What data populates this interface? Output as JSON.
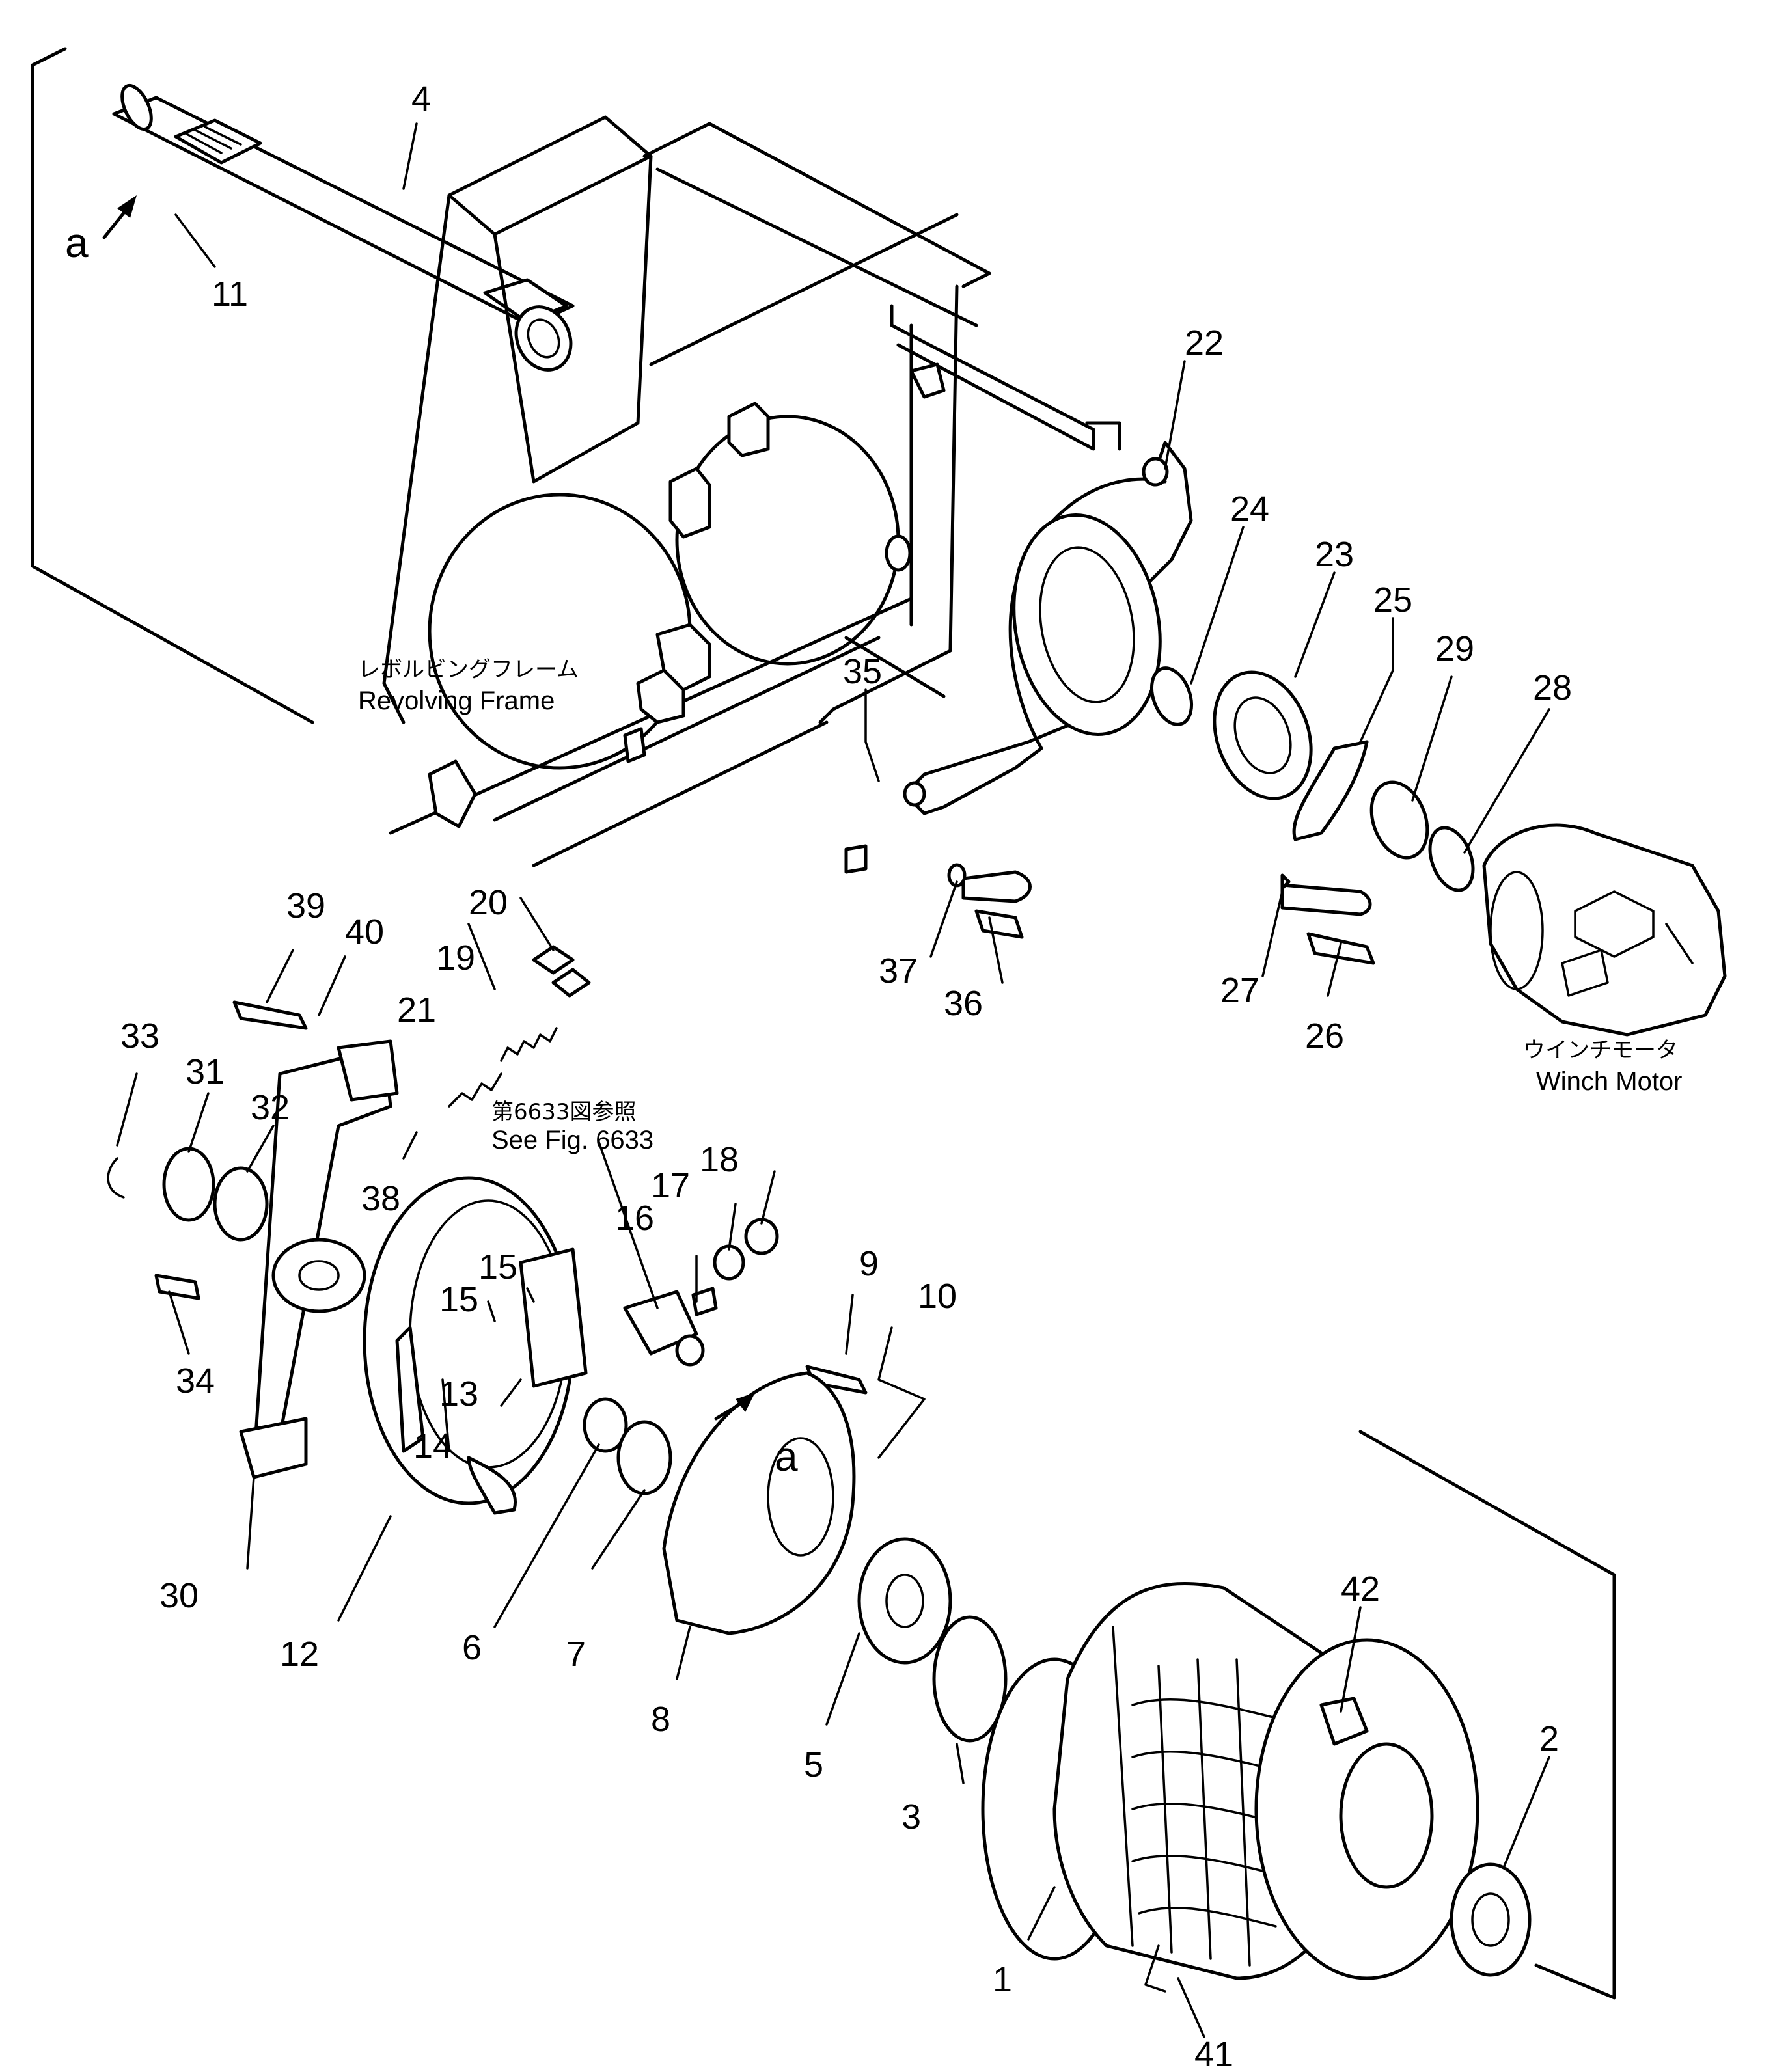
{
  "labels": {
    "revolving_frame_jp": "レボルビングフレーム",
    "revolving_frame_en": "Revolving  Frame",
    "winch_motor_jp": "ウインチモータ",
    "winch_motor_en": "Winch  Motor",
    "see_fig_jp": "第6633図参照",
    "see_fig_en": "See  Fig.  6633"
  },
  "view_marks": {
    "a_top": "a",
    "a_bottom": "a"
  },
  "callouts": {
    "c1": "1",
    "c2": "2",
    "c3": "3",
    "c4": "4",
    "c5": "5",
    "c6": "6",
    "c7": "7",
    "c8": "8",
    "c9": "9",
    "c10": "10",
    "c11": "11",
    "c12": "12",
    "c13": "13",
    "c14": "14",
    "c15a": "15",
    "c15b": "15",
    "c16": "16",
    "c17": "17",
    "c18": "18",
    "c19": "19",
    "c20": "20",
    "c21": "21",
    "c22": "22",
    "c23": "23",
    "c24": "24",
    "c25": "25",
    "c26": "26",
    "c27": "27",
    "c28": "28",
    "c29": "29",
    "c30": "30",
    "c31": "31",
    "c32": "32",
    "c33": "33",
    "c34": "34",
    "c35": "35",
    "c36": "36",
    "c37": "37",
    "c38": "38",
    "c39": "39",
    "c40": "40",
    "c41": "41",
    "c42": "42"
  }
}
